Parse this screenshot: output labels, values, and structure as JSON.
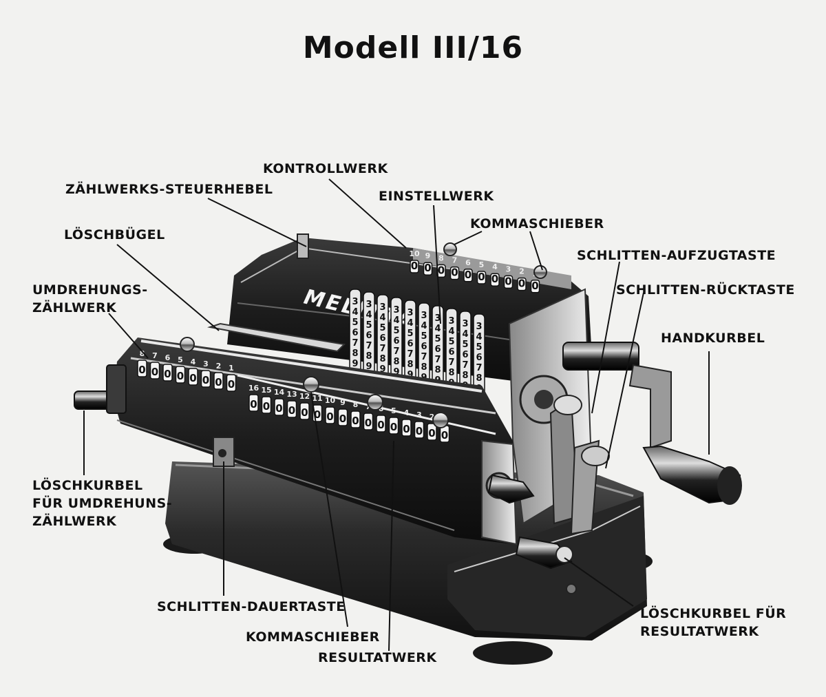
{
  "title": "Modell III/16",
  "brand": "MELITTA",
  "labels": {
    "kontrollwerk": "KONTROLLWERK",
    "zaehlwerks_steuerhebel": "ZÄHLWERKS-STEUERHEBEL",
    "einstellwerk": "EINSTELLWERK",
    "kommaschieber_top": "KOMMASCHIEBER",
    "loeschbuegel": "LÖSCHBÜGEL",
    "schlitten_aufzugtaste": "SCHLITTEN-AUFZUGTASTE",
    "schlitten_ruecktaste": "SCHLITTEN-RÜCKTASTE",
    "umdrehungs_zaehlwerk": [
      "UMDREHUNGS-",
      "ZÄHLWERK"
    ],
    "handkurbel": "HANDKURBEL",
    "loeschkurbel_umdrehung": [
      "LÖSCHKURBEL",
      "FÜR UMDREHUNS-",
      "ZÄHLWERK"
    ],
    "schlitten_dauertaste": "SCHLITTEN-DAUERTASTE",
    "kommaschieber_bottom": "KOMMASCHIEBER",
    "resultatwerk": "RESULTATWERK",
    "loeschkurbel_resultat": [
      "LÖSCHKURBEL FÜR",
      "RESULTATWERK"
    ]
  },
  "counter_positions": [
    "8",
    "7",
    "6",
    "5",
    "4",
    "3",
    "2",
    "1"
  ],
  "result_positions": [
    "16",
    "15",
    "14",
    "13",
    "12",
    "11",
    "10",
    "9",
    "8",
    "7",
    "6",
    "5",
    "4",
    "3",
    "2",
    "1"
  ],
  "setting_positions": [
    "10",
    "9",
    "8",
    "7",
    "6",
    "5",
    "4",
    "3",
    "2",
    "1"
  ],
  "wheel_digits": [
    "3",
    "4",
    "5",
    "6",
    "7",
    "8",
    "9"
  ],
  "window_value": "0"
}
